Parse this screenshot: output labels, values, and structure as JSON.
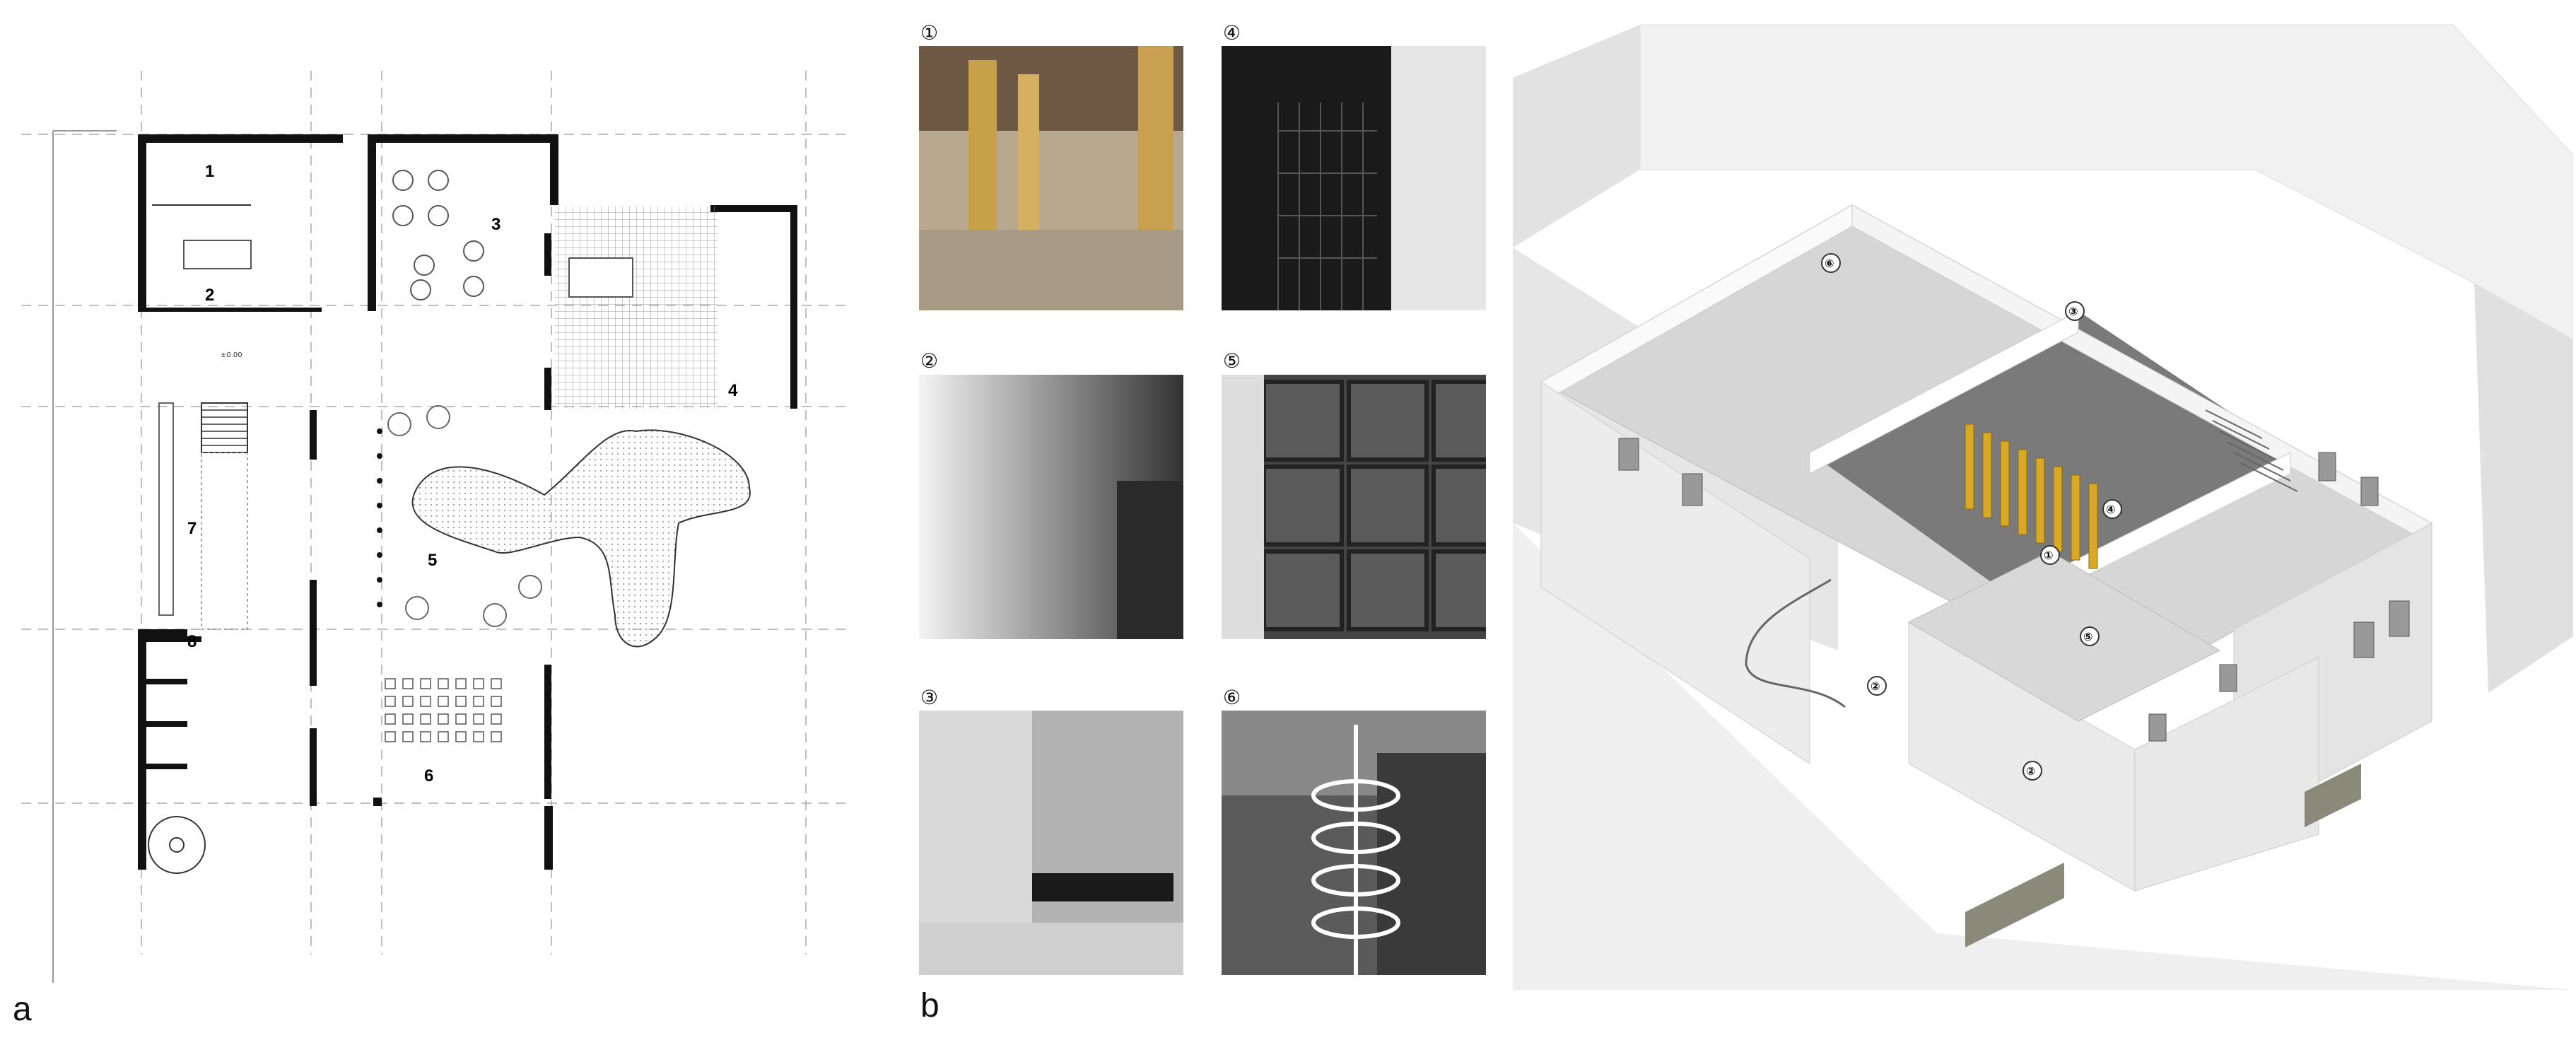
{
  "labels": {
    "a": "a",
    "b": "b"
  },
  "plan": {
    "rooms": [
      "1",
      "2",
      "3",
      "4",
      "5",
      "6",
      "7",
      "8"
    ],
    "level_mark": "±0.00"
  },
  "photos": [
    {
      "num": "①"
    },
    {
      "num": "④"
    },
    {
      "num": "②"
    },
    {
      "num": "⑤"
    },
    {
      "num": "③"
    },
    {
      "num": "⑥"
    }
  ],
  "axo": {
    "markers": [
      "⑥",
      "③",
      "④",
      "①",
      "⑤",
      "②",
      "②"
    ]
  },
  "colors": {
    "accent_yellow": "#d9a826",
    "wall_black": "#111111",
    "render_grey": "#e8e8e8"
  }
}
